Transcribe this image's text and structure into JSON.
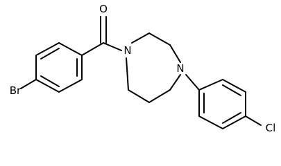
{
  "molecule": {
    "atoms": {
      "oxygen": "O",
      "nitrogen_amide": "N",
      "nitrogen_aryl": "N",
      "bromine": "Br",
      "chlorine": "Cl"
    }
  }
}
